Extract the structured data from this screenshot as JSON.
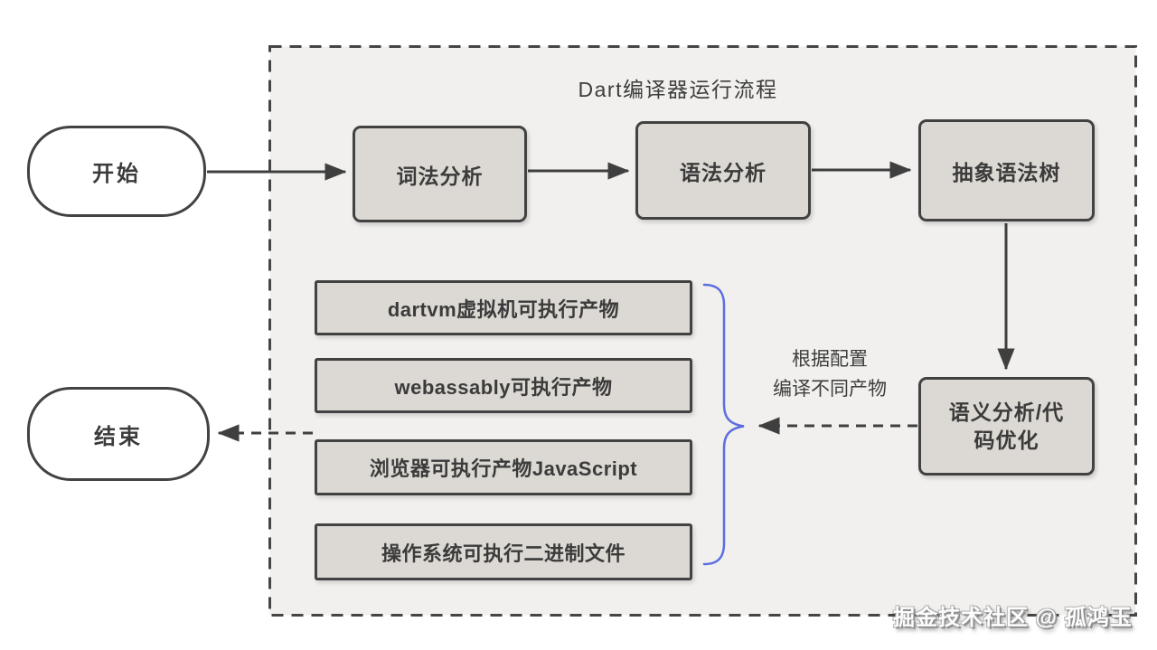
{
  "diagram": {
    "title": "Dart编译器运行流程",
    "terminals": {
      "start": "开始",
      "end": "结束"
    },
    "pipeline": [
      "词法分析",
      "语法分析",
      "抽象语法树"
    ],
    "semantic_node": {
      "line1": "语义分析/代",
      "line2": "码优化"
    },
    "branch_label": {
      "line1": "根据配置",
      "line2": "编译不同产物"
    },
    "products": [
      "dartvm虚拟机可执行产物",
      "webassably可执行产物",
      "浏览器可执行产物JavaScript",
      "操作系统可执行二进制文件"
    ],
    "watermark": "掘金技术社区 @ 孤鸿玉",
    "colors": {
      "container_bg": "#f1f0ee",
      "node_fill": "#dcd8d3",
      "node_border": "#424242",
      "connector": "#3f3f3f",
      "brace_accent": "#5c6ee0",
      "text": "#3b3b3b"
    }
  }
}
